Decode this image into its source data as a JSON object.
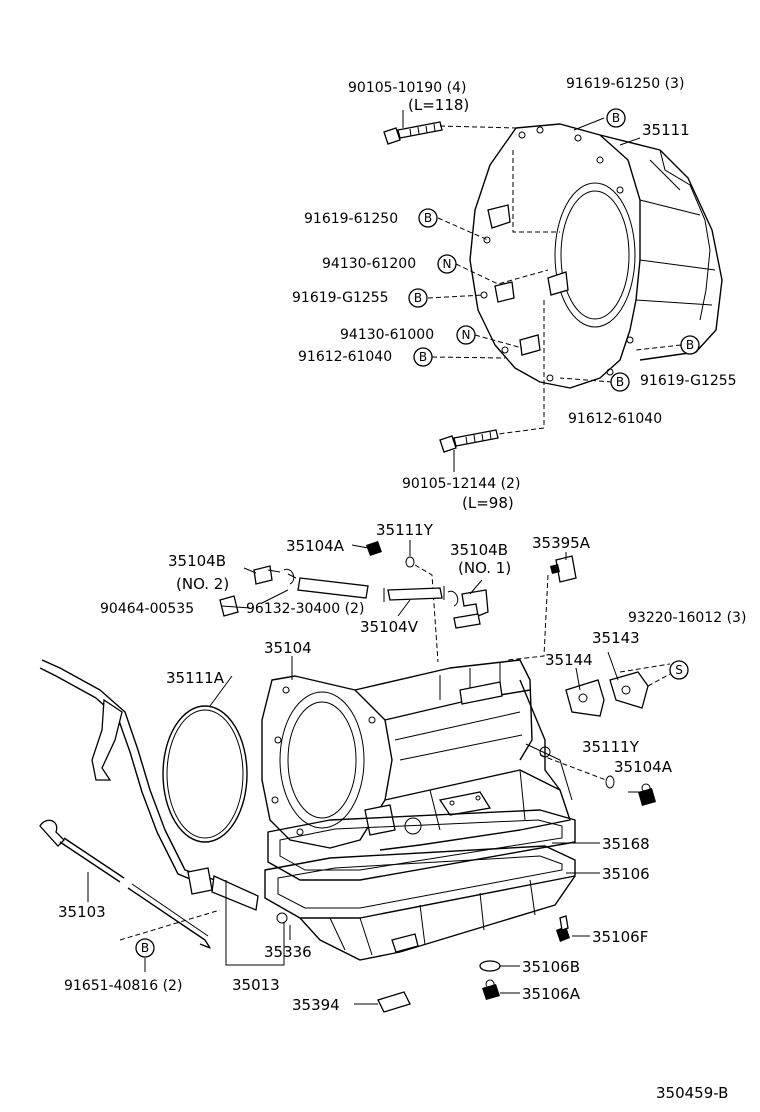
{
  "diagram_code": "350459-B",
  "labels": {
    "p1": "90105-10190 (4)",
    "p1b": "(L=118)",
    "p2": "91619-61250 (3)",
    "p3": "35111",
    "p4": "91619-61250",
    "p5": "94130-61200",
    "p6": "91619-G1255",
    "p7": "94130-61000",
    "p8": "91612-61040",
    "p9": "91619-G1255",
    "p10": "91612-61040",
    "p11": "90105-12144 (2)",
    "p11b": "(L=98)",
    "p12": "35104A",
    "p13": "35111Y",
    "p14": "35104B",
    "p14b": "(NO. 1)",
    "p15": "35395A",
    "p16": "35104B",
    "p16b": "(NO. 2)",
    "p17": "90464-00535",
    "p18": "96132-30400 (2)",
    "p19": "35104V",
    "p20": "93220-16012 (3)",
    "p21": "35143",
    "p22": "35104",
    "p23": "35144",
    "p24": "35111A",
    "p25": "35111Y",
    "p26": "35104A",
    "p27": "35168",
    "p28": "35106",
    "p29": "35103",
    "p30": "35106F",
    "p31": "35336",
    "p32": "35106B",
    "p33": "35106A",
    "p34": "91651-40816 (2)",
    "p35": "35013",
    "p36": "35394"
  },
  "symbols": {
    "b": "B",
    "n": "N",
    "s": "S"
  }
}
